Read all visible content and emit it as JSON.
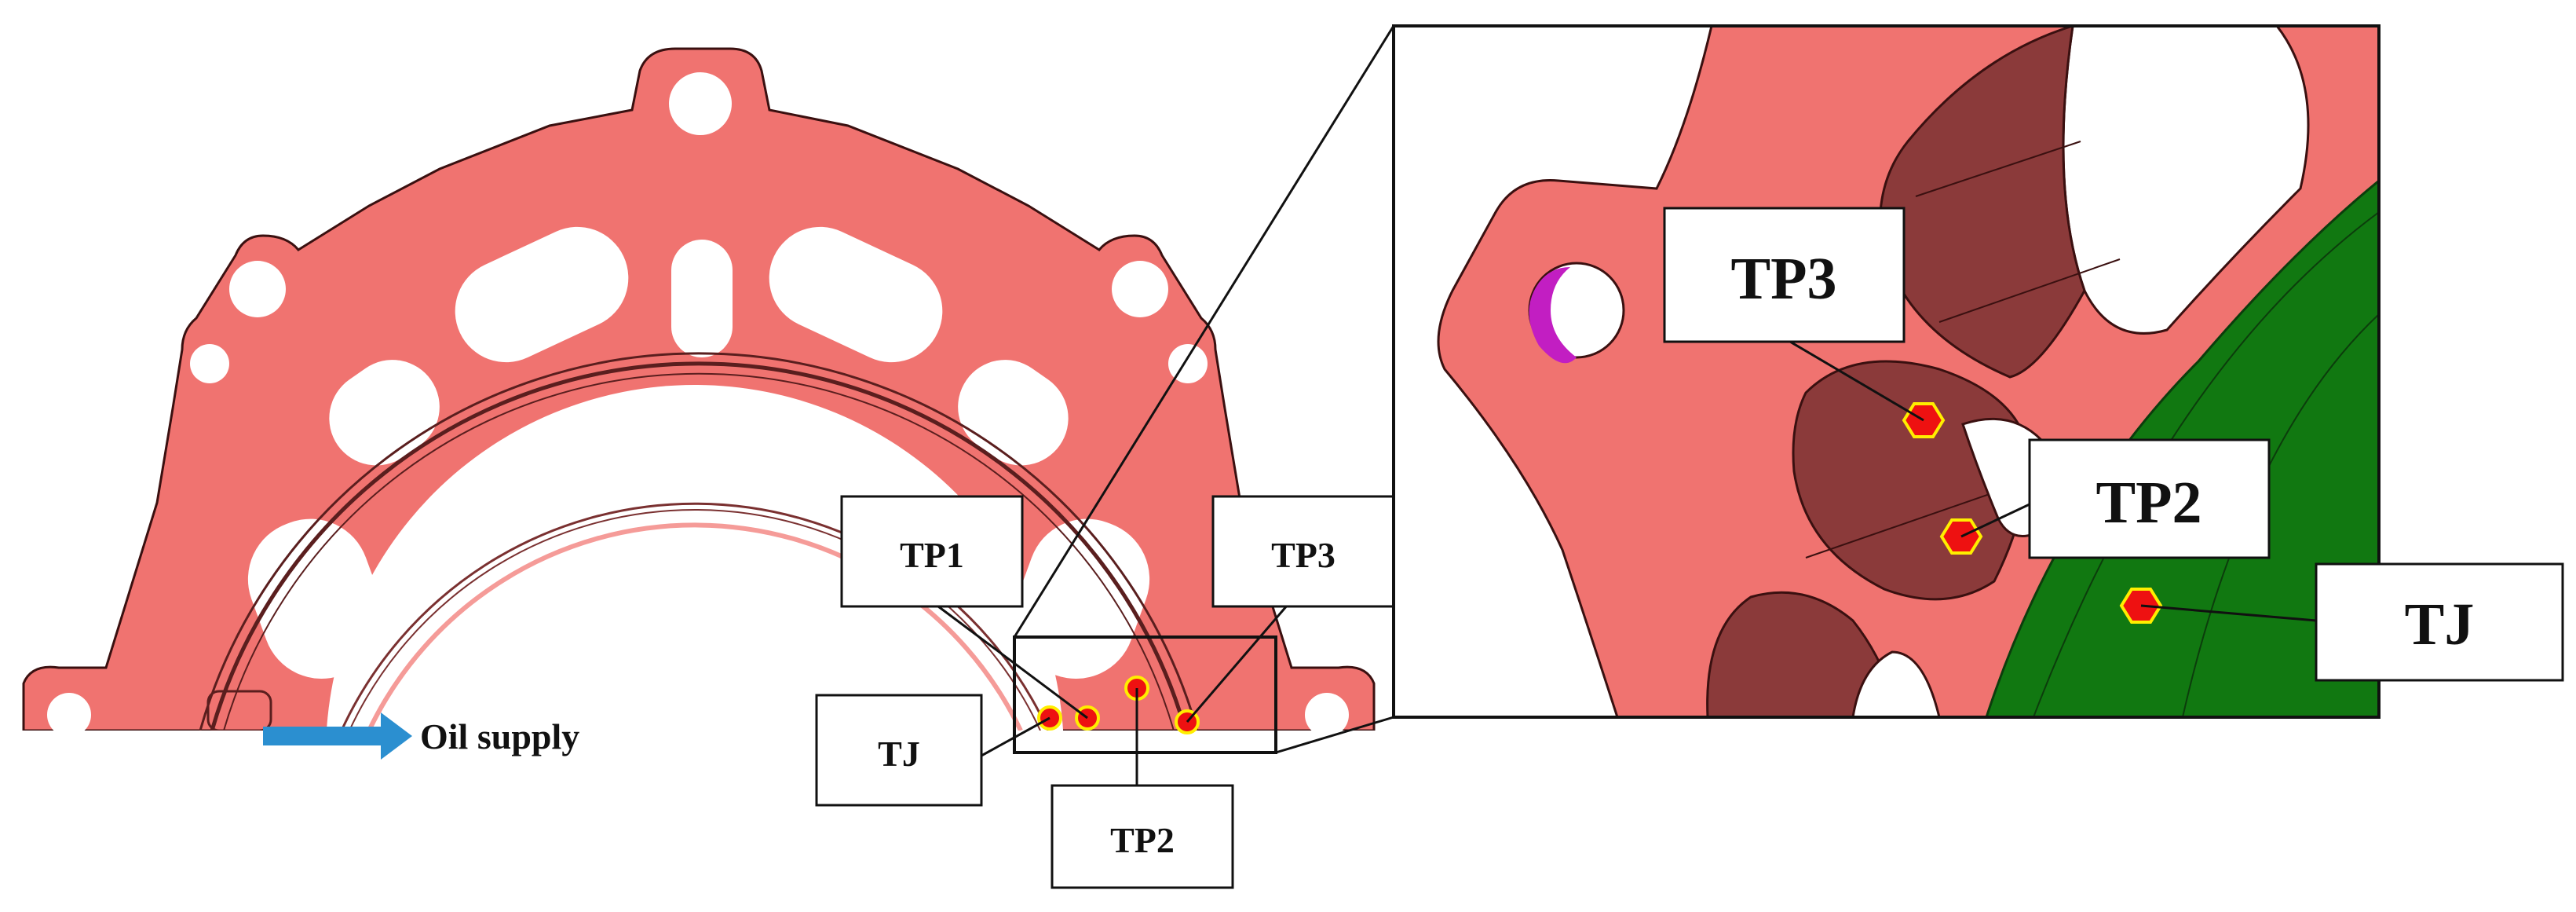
{
  "figure": {
    "oil_label": "Oil supply",
    "overview_labels": {
      "tp1": "TP1",
      "tp2": "TP2",
      "tp3": "TP3",
      "tj": "TJ"
    },
    "detail_labels": {
      "tp2": "TP2",
      "tp3": "TP3",
      "tj": "TJ"
    }
  },
  "colors": {
    "part": "#f07370",
    "part_dark": "#8b3a3a",
    "ring": "#117811",
    "bore": "#c21ec2",
    "arrow": "#2b8fd0",
    "point_fill": "#ee1111",
    "point_ring": "#ffee00"
  }
}
